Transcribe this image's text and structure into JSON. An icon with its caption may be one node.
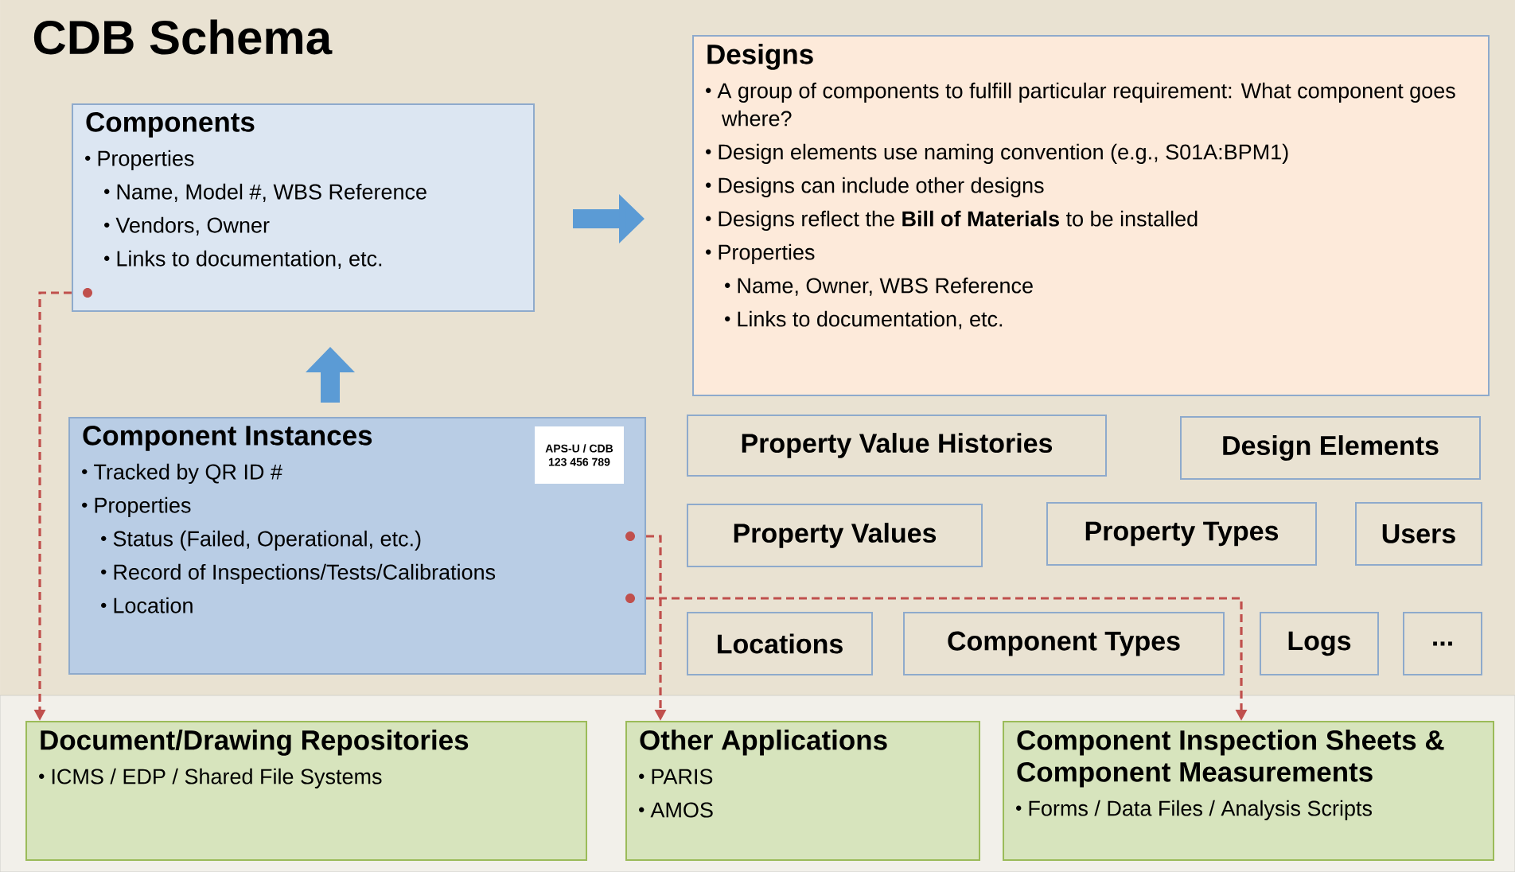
{
  "diagram": {
    "title": "CDB Schema",
    "nodes": [
      {
        "text": [
          "Components",
          "Properties",
          "Name, Model #, WBS Reference",
          "Vendors, Owner",
          "Links to documentation, etc."
        ]
      },
      {
        "text": [
          "Designs",
          "A group of components to fulfill particular requirement: What component goes where?",
          "Design elements use naming convention (e.g., S01A:BPM1)",
          "Designs can include other designs",
          "Designs reflect the **Bill of Materials** to be installed",
          "Properties",
          "Name, Owner, WBS Reference",
          "Links to documentation, etc."
        ]
      },
      {
        "text": [
          "Component Instances",
          "Tracked  by QR ID #",
          "Properties",
          "Status (Failed, Operational, etc.)",
          "Record of Inspections/Tests/Calibrations",
          "Location"
        ]
      },
      {
        "text": [
          "Property Value Histories"
        ]
      },
      {
        "text": [
          "Design Elements"
        ]
      },
      {
        "text": [
          "Property Values"
        ]
      },
      {
        "text": [
          "Property Types"
        ]
      },
      {
        "text": [
          "Users"
        ]
      },
      {
        "text": [
          "Locations"
        ]
      },
      {
        "text": [
          "Component Types"
        ]
      },
      {
        "text": [
          "Logs"
        ]
      },
      {
        "text": [
          "..."
        ]
      },
      {
        "text": [
          "Document/Drawing Repositories",
          "ICMS / EDP / Shared File Systems"
        ]
      },
      {
        "text": [
          "Other Applications",
          "PARIS",
          "AMOS"
        ]
      },
      {
        "text": [
          "Component Inspection Sheets & Component Measurements",
          "Forms / Data Files / Analysis Scripts"
        ]
      }
    ],
    "edges": [
      {
        "from": 0,
        "to": 1,
        "arrow": "to",
        "style": "thick",
        "color": "#5b9bd5"
      },
      {
        "from": 2,
        "to": 0,
        "arrow": "to",
        "style": "thick",
        "color": "#5b9bd5"
      },
      {
        "from": 0,
        "to": 12,
        "arrow": "to",
        "style": "dashed"
      },
      {
        "from": 2,
        "to": 13,
        "arrow": "to",
        "style": "dashed"
      },
      {
        "from": 2,
        "to": 14,
        "arrow": "to",
        "style": "dashed"
      }
    ],
    "labels": [
      "APS-U / CDB",
      "123 456 789"
    ]
  }
}
